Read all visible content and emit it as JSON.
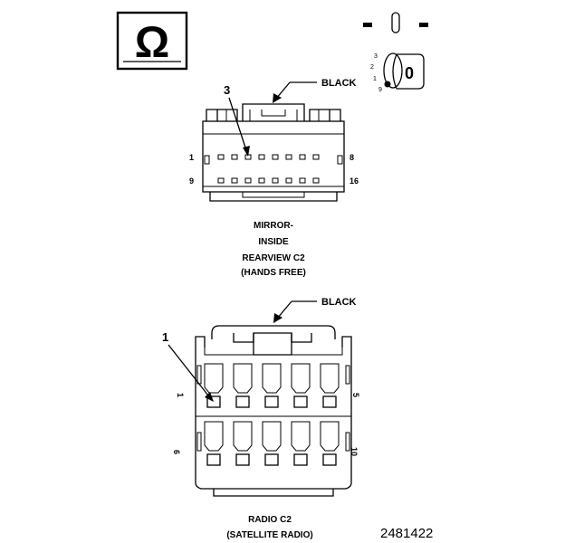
{
  "diagram": {
    "figure_id": "2481422",
    "ohm_symbol": "Ω",
    "key_position_label": "0",
    "key_positions": [
      "3",
      "2",
      "1",
      "9"
    ],
    "connector_top": {
      "wire_color": "BLACK",
      "callout": "3",
      "pin_labels": {
        "top_left": "1",
        "top_right": "8",
        "bottom_left": "9",
        "bottom_right": "16"
      },
      "caption": [
        "MIRROR-",
        "INSIDE",
        "REARVIEW C2",
        "(HANDS FREE)"
      ]
    },
    "connector_bottom": {
      "wire_color": "BLACK",
      "callout": "1",
      "pin_labels": {
        "top_left": "1",
        "top_right": "5",
        "bottom_left": "6",
        "bottom_right": "10"
      },
      "caption": [
        "RADIO C2",
        "(SATELLITE RADIO)"
      ]
    }
  }
}
